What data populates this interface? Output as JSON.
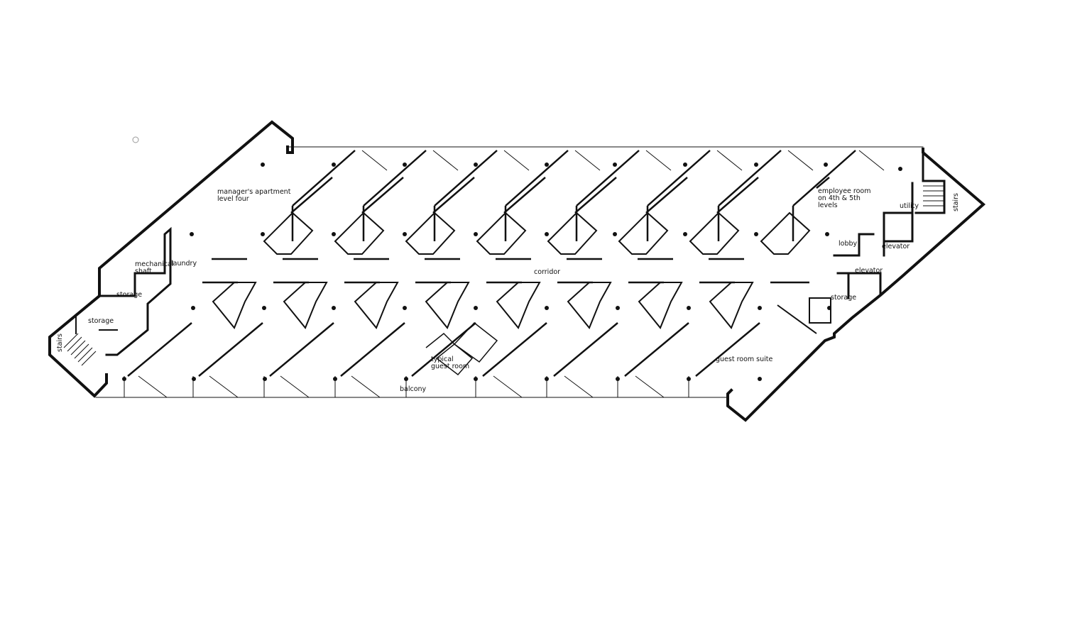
{
  "plan": {
    "labels": {
      "managers_apartment": "manager's apartment\nlevel four",
      "mechanical_shaft": "mechanical\nshaft",
      "laundry": "laundry",
      "storage_upper": "storage",
      "storage_lower": "storage",
      "stairs_left": "stairs",
      "corridor": "corridor",
      "typical_guest_room": "typical\nguest room",
      "balcony": "balcony",
      "guest_room_suite": "guest room suite",
      "employee_room": "employee room\non 4th & 5th\nlevels",
      "lobby": "lobby",
      "utility": "utility",
      "stairs_right": "stairs",
      "elevator_upper": "elevator",
      "elevator_lower": "elevator",
      "storage_right": "storage"
    },
    "colors": {
      "line": "#111111",
      "background": "#ffffff"
    }
  }
}
